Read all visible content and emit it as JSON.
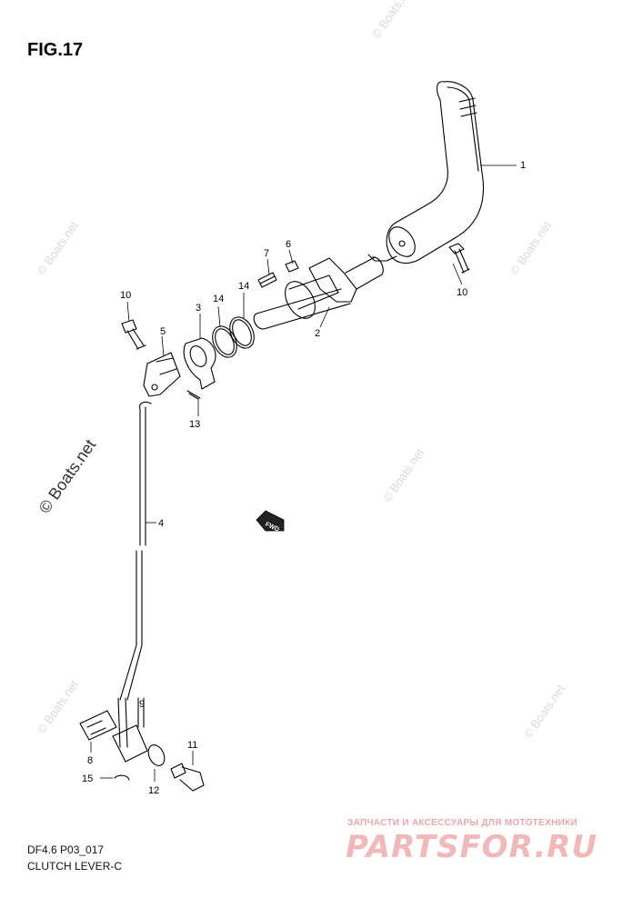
{
  "figure": {
    "title": "FIG.17"
  },
  "footer": {
    "model_code": "DF4.6 P03_017",
    "caption": "CLUTCH LEVER-C"
  },
  "brand": {
    "tagline": "ЗАПЧАСТИ И АКСЕССУАРЫ ДЛЯ МОТОТЕХНИКИ",
    "name": "PARTSFOR.RU"
  },
  "watermarks": {
    "small": "© Boats.net",
    "large": "© Boats.net"
  },
  "callouts": [
    "1",
    "2",
    "3",
    "4",
    "5",
    "6",
    "7",
    "8",
    "9",
    "10",
    "10",
    "11",
    "12",
    "13",
    "14",
    "14",
    "15"
  ],
  "fwd_badge": "FWD"
}
